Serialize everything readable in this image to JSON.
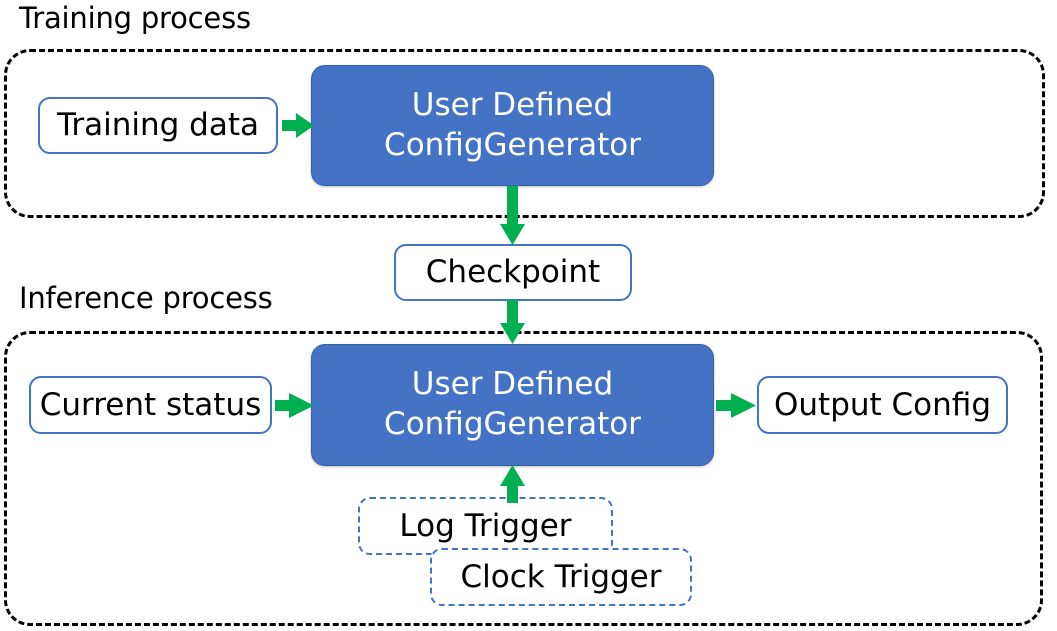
{
  "diagram": {
    "title_training": "Training process",
    "title_inference": "Inference process",
    "colors": {
      "process_fill": "#4472C4",
      "box_border": "#4472C4",
      "arrow": "#00B050",
      "container_border": "#000000",
      "text_dark": "#000000",
      "text_light": "#FFFFFF"
    }
  },
  "training": {
    "container_label": "Training process",
    "input_box": "Training data",
    "process_box": {
      "line1": "User Defined",
      "line2": "ConfigGenerator"
    }
  },
  "checkpoint": {
    "label": "Checkpoint"
  },
  "inference": {
    "container_label": "Inference process",
    "input_box": "Current status",
    "process_box": {
      "line1": "User Defined",
      "line2": "ConfigGenerator"
    },
    "output_box": "Output Config",
    "triggers": [
      {
        "label": "Log Trigger"
      },
      {
        "label": "Clock Trigger"
      }
    ]
  },
  "arrows": [
    {
      "name": "training-data-to-process",
      "direction": "right"
    },
    {
      "name": "training-process-to-checkpoint",
      "direction": "down"
    },
    {
      "name": "checkpoint-to-inference-process",
      "direction": "down"
    },
    {
      "name": "current-status-to-process",
      "direction": "right"
    },
    {
      "name": "process-to-output-config",
      "direction": "right"
    },
    {
      "name": "log-trigger-to-process",
      "direction": "up"
    }
  ]
}
